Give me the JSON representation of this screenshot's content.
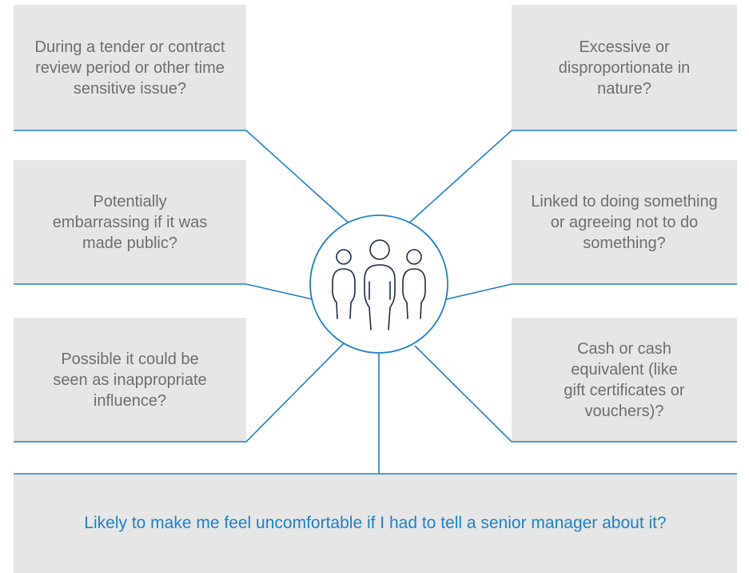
{
  "boxes": {
    "top_left": "During a tender or contract review period or other time sensitive issue?",
    "middle_left": "Potentially embarrassing if it was made public?",
    "bottom_left": "Possible it could be seen as inappropriate influence?",
    "top_right": "Excessive or disproportionate in nature?",
    "middle_right": "Linked to doing something or agreeing not to do something?",
    "bottom_right": "Cash or cash equivalent (like gift certificates or vouchers)?",
    "bottom_wide": "Likely to make me feel uncomfortable if I had to tell a senior manager about it?"
  },
  "center_icon": "group-of-people-icon",
  "colors": {
    "line": "#1f80c5",
    "box_fill": "#e6e6e6",
    "box_text": "#6d6e70",
    "accent_text": "#1f80c5",
    "icon_stroke": "#1d2a4a"
  }
}
